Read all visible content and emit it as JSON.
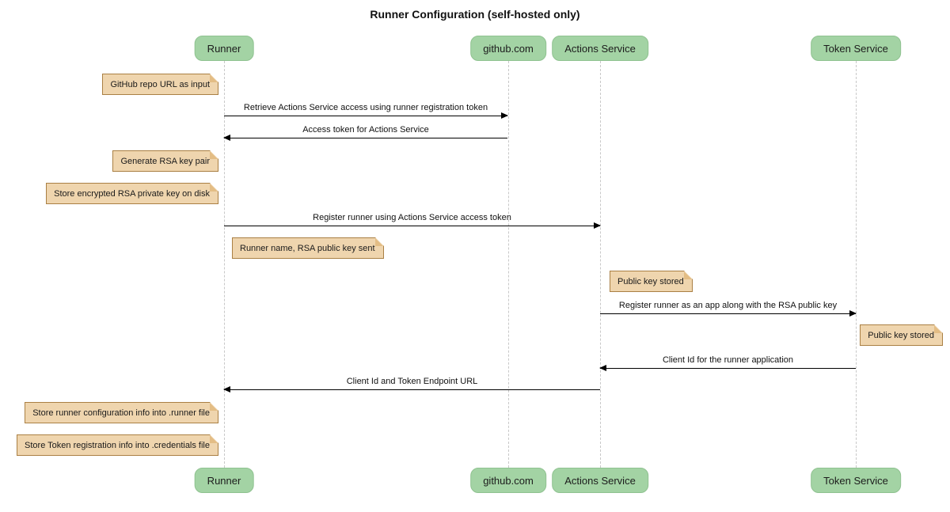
{
  "title": "Runner Configuration (self-hosted only)",
  "participants": [
    {
      "name": "Runner"
    },
    {
      "name": "github.com"
    },
    {
      "name": "Actions Service"
    },
    {
      "name": "Token Service"
    }
  ],
  "messages": [
    {
      "label": "Retrieve Actions Service access using runner registration token",
      "from": "Runner",
      "to": "github.com"
    },
    {
      "label": "Access token for Actions Service",
      "from": "github.com",
      "to": "Runner"
    },
    {
      "label": "Register runner using Actions Service access token",
      "from": "Runner",
      "to": "Actions Service"
    },
    {
      "label": "Register runner as an app along with the RSA public key",
      "from": "Actions Service",
      "to": "Token Service"
    },
    {
      "label": "Client Id for the runner application",
      "from": "Token Service",
      "to": "Actions Service"
    },
    {
      "label": "Client Id and Token Endpoint URL",
      "from": "Actions Service",
      "to": "Runner"
    }
  ],
  "notes": [
    {
      "text": "GitHub repo URL as input",
      "position": "left of Runner"
    },
    {
      "text": "Generate RSA key pair",
      "position": "left of Runner"
    },
    {
      "text": "Store encrypted RSA private key on disk",
      "position": "left of Runner"
    },
    {
      "text": "Runner name, RSA public key sent",
      "position": "right of Runner"
    },
    {
      "text": "Public key stored",
      "position": "right of Actions Service"
    },
    {
      "text": "Public key stored",
      "position": "right of Token Service"
    },
    {
      "text": "Store runner configuration info into .runner file",
      "position": "left of Runner"
    },
    {
      "text": "Store Token registration info into .credentials file",
      "position": "left of Runner"
    }
  ],
  "colors": {
    "participant_fill": "#a3d3a4",
    "participant_border": "#8fc290",
    "note_fill": "#efd5ae",
    "note_border": "#aa8044",
    "lifeline": "#c8c8c8",
    "arrow": "#000000"
  }
}
